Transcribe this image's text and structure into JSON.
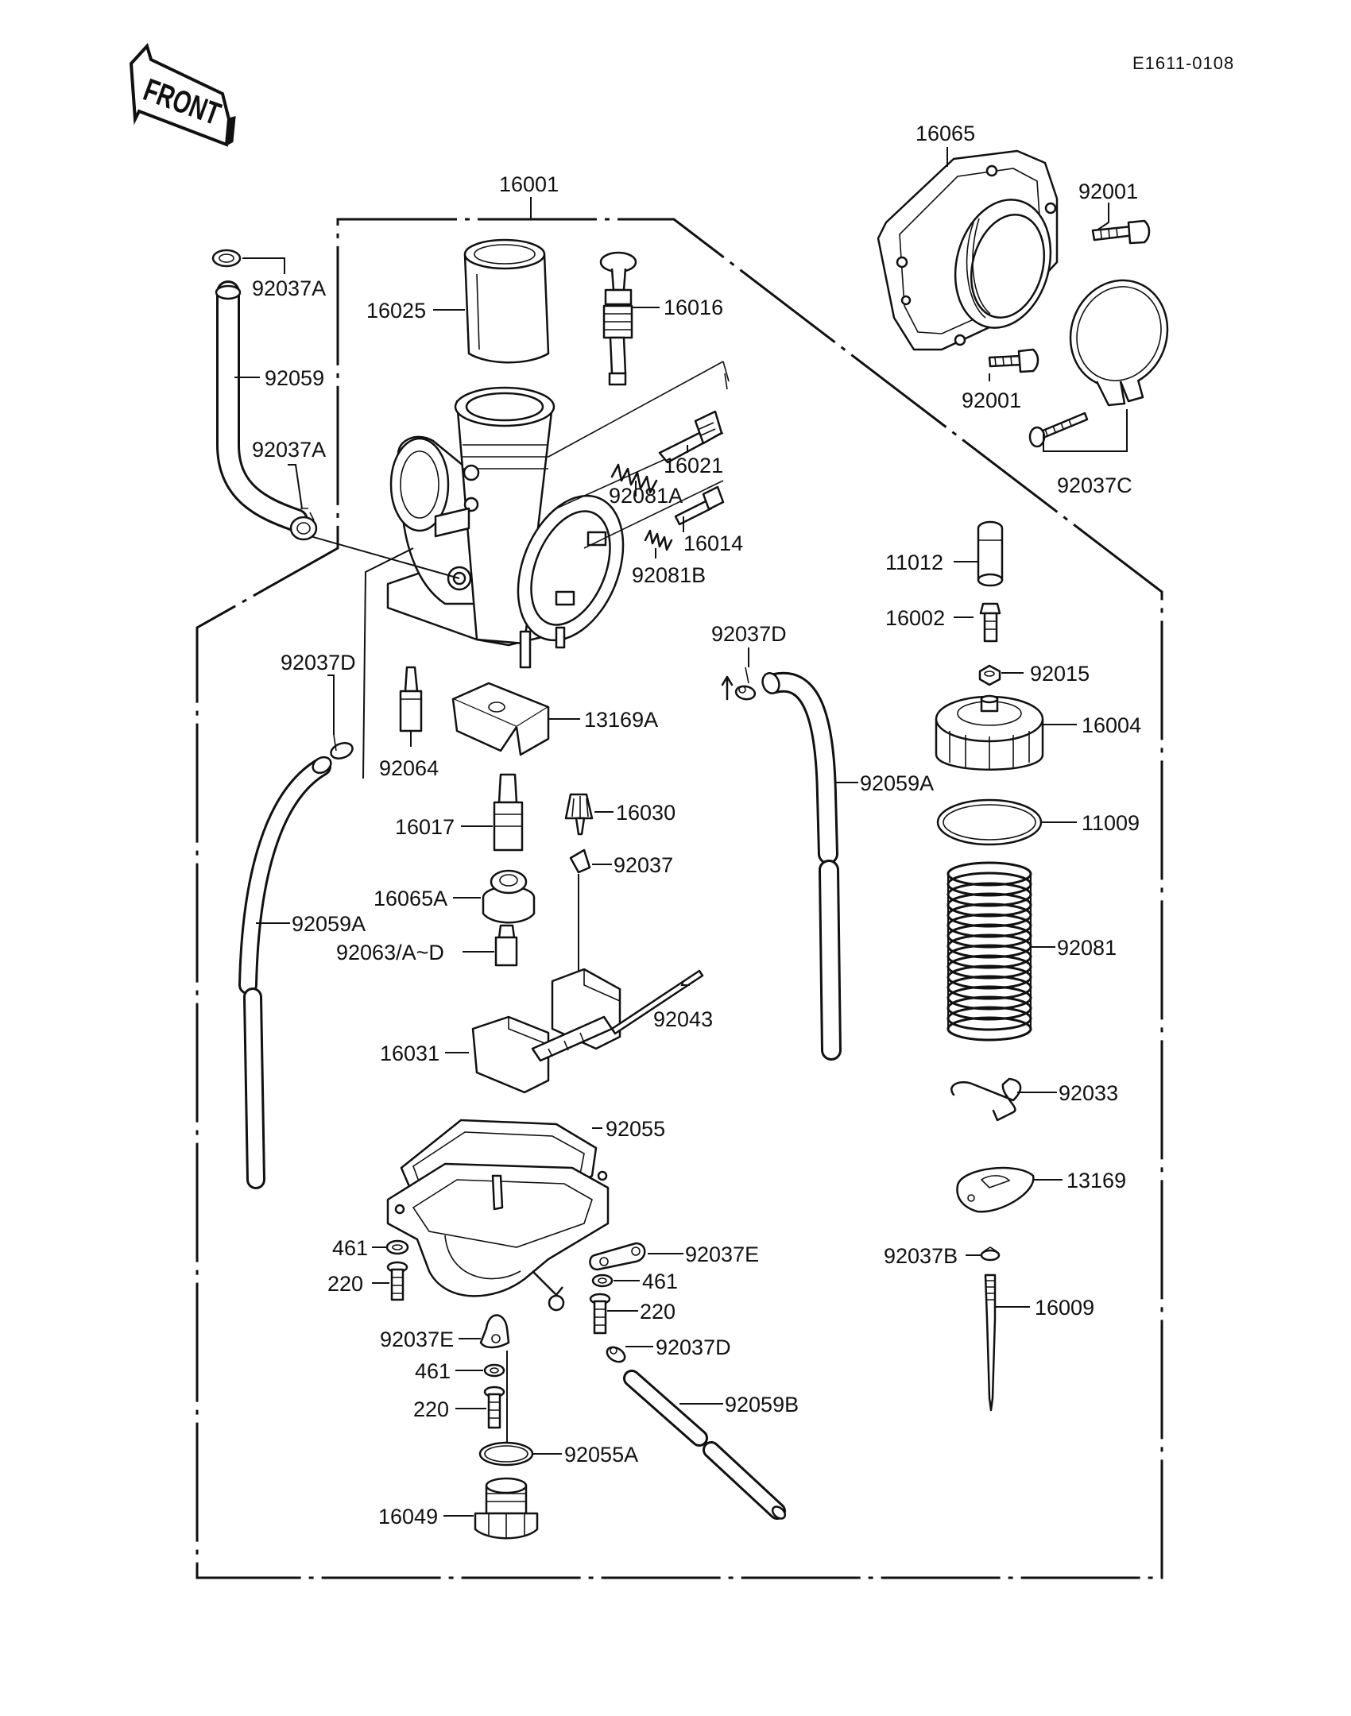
{
  "document_id": "E1611-0108",
  "front_arrow_text": "FRONT",
  "colors": {
    "ink": "#111111",
    "background": "#ffffff"
  },
  "labels": {
    "p16001": "16001",
    "p16065": "16065",
    "p92001_top": "92001",
    "p92001_mid": "92001",
    "p92037C": "92037C",
    "p92037A_top": "92037A",
    "p92059": "92059",
    "p92037A_mid": "92037A",
    "p16025": "16025",
    "p16016": "16016",
    "p16021": "16021",
    "p92081A": "92081A",
    "p16014": "16014",
    "p92081B": "92081B",
    "p11012": "11012",
    "p16002": "16002",
    "p92015": "92015",
    "p16004": "16004",
    "p11009": "11009",
    "p92081": "92081",
    "p92033": "92033",
    "p13169": "13169",
    "p92037B": "92037B",
    "p16009": "16009",
    "p92037D_left": "92037D",
    "p92064": "92064",
    "p13169A": "13169A",
    "p92037D_right": "92037D",
    "p92059A_right": "92059A",
    "p16017": "16017",
    "p16030": "16030",
    "p92037": "92037",
    "p16065A": "16065A",
    "p92059A_left": "92059A",
    "p92063": "92063/A~D",
    "p92043": "92043",
    "p16031": "16031",
    "p92055": "92055",
    "p461_a": "461",
    "p220_a": "220",
    "p92037E_right": "92037E",
    "p461_b": "461",
    "p220_b": "220",
    "p92037E_left": "92037E",
    "p92037D_bottom": "92037D",
    "p461_c": "461",
    "p220_c": "220",
    "p92059B": "92059B",
    "p92055A": "92055A",
    "p16049": "16049"
  }
}
